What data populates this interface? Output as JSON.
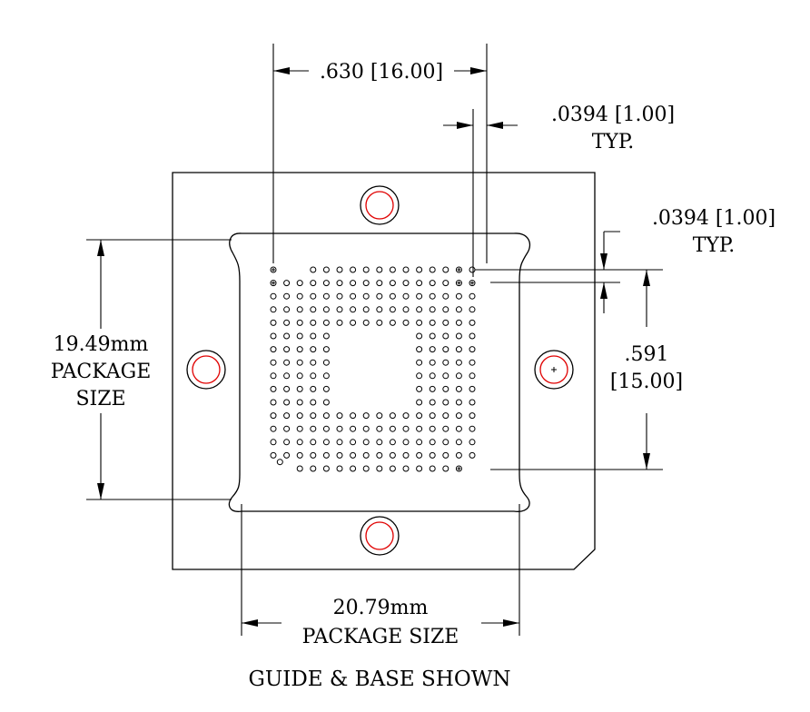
{
  "drawing": {
    "top_width_dim": ".630 [16.00]",
    "top_pitch_dim": {
      "line1": ".0394 [1.00]",
      "line2": "TYP."
    },
    "right_pitch_dim": {
      "line1": ".0394 [1.00]",
      "line2": "TYP."
    },
    "right_height_dim": {
      "line1": ".591",
      "line2": "[15.00]"
    },
    "left_package_dim": {
      "line1": "19.49mm",
      "line2": "PACKAGE",
      "line3": "SIZE"
    },
    "bottom_package_dim": {
      "line1": "20.79mm",
      "line2": "PACKAGE SIZE"
    },
    "caption": "GUIDE & BASE SHOWN"
  },
  "colors": {
    "line": "#000000",
    "hole_accent": "#e00000",
    "background": "#ffffff"
  },
  "ball_grid": {
    "rows": 16,
    "cols": 16,
    "pitch_mm": 1.0,
    "depopulated_center": "6x6"
  }
}
